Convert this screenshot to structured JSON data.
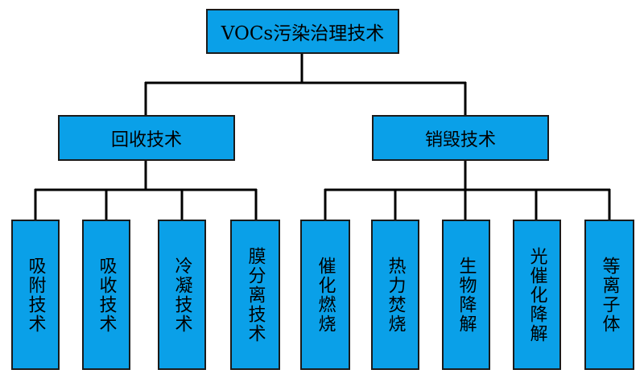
{
  "root": {
    "label": "VOCs污染治理技术"
  },
  "categories": [
    {
      "label": "回收技术",
      "children": [
        "吸附技术",
        "吸收技术",
        "冷凝技术",
        "膜分离技术"
      ]
    },
    {
      "label": "销毁技术",
      "children": [
        "催化燃烧",
        "热力焚烧",
        "生物降解",
        "光催化降解",
        "等离子体"
      ]
    }
  ],
  "colors": {
    "box_fill": "#0AA0E8",
    "line": "#000000"
  }
}
